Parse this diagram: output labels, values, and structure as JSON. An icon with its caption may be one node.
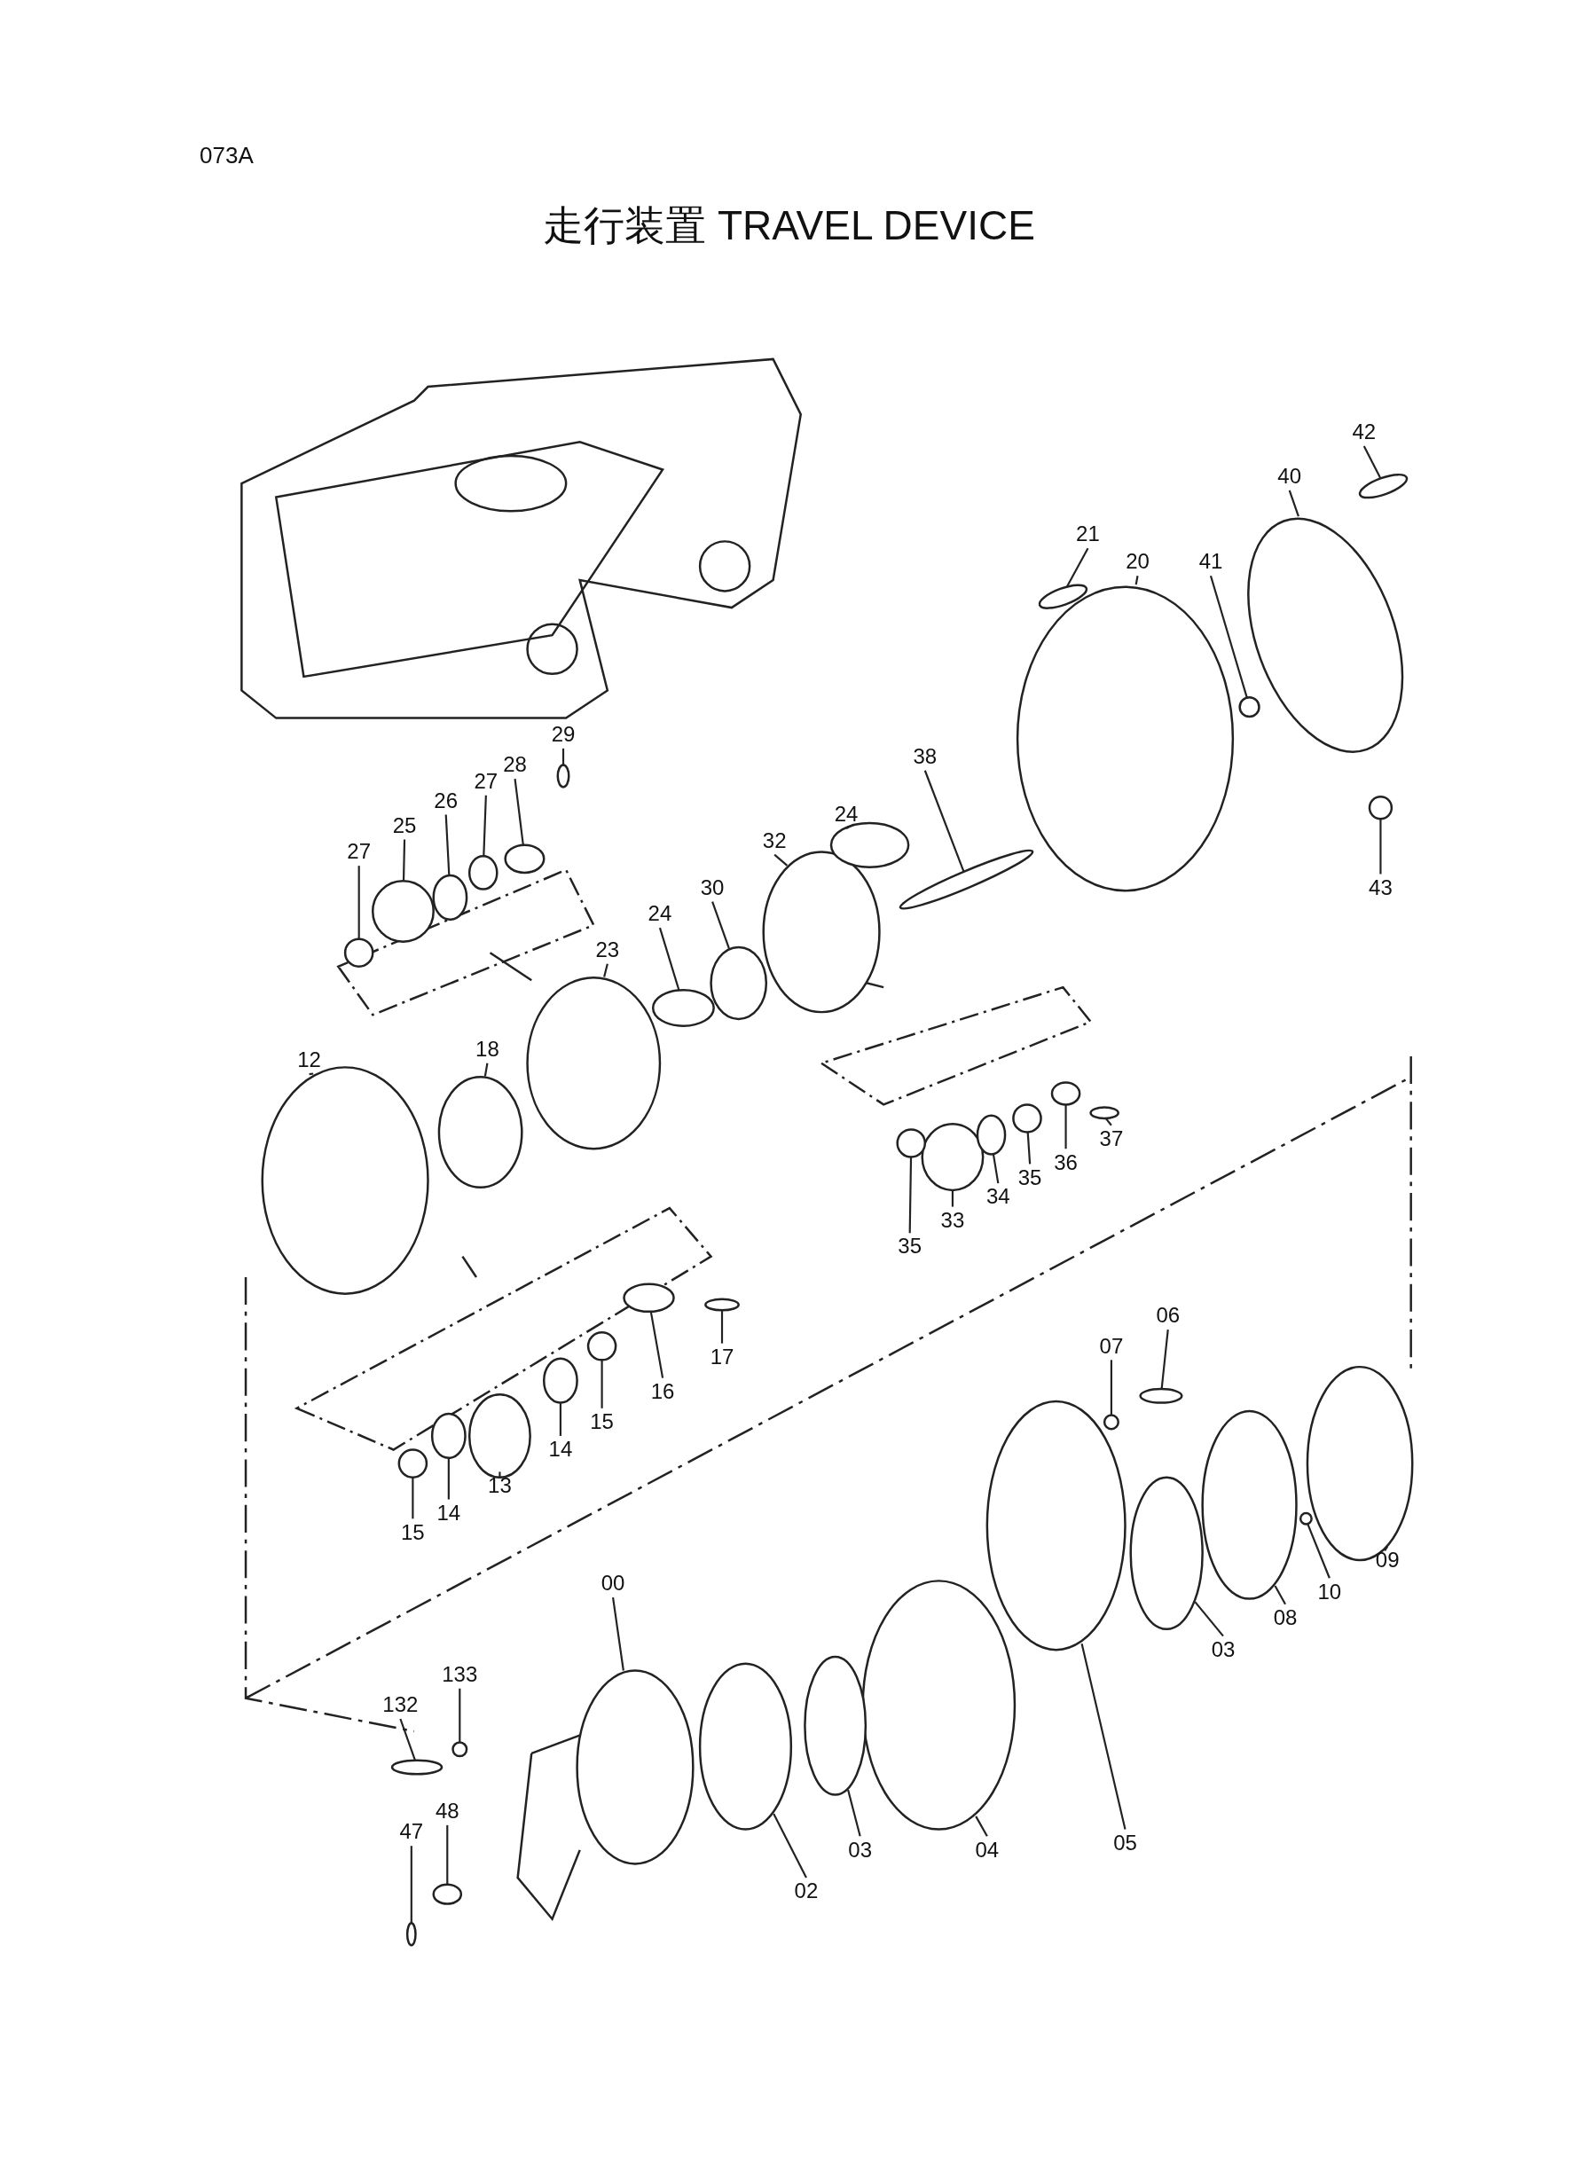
{
  "diagram": {
    "title": "走行装置 TRAVEL DEVICE",
    "nodes": [
      {
        "text": [
          "42"
        ]
      },
      {
        "text": [
          "40"
        ]
      },
      {
        "text": [
          "21"
        ]
      },
      {
        "text": [
          "20"
        ]
      },
      {
        "text": [
          "41"
        ]
      },
      {
        "text": [
          "29"
        ]
      },
      {
        "text": [
          "28"
        ]
      },
      {
        "text": [
          "27"
        ]
      },
      {
        "text": [
          "26"
        ]
      },
      {
        "text": [
          "25"
        ]
      },
      {
        "text": [
          "27"
        ]
      },
      {
        "text": [
          "38"
        ]
      },
      {
        "text": [
          "24"
        ]
      },
      {
        "text": [
          "32"
        ]
      },
      {
        "text": [
          "30"
        ]
      },
      {
        "text": [
          "24"
        ]
      },
      {
        "text": [
          "23"
        ]
      },
      {
        "text": [
          "43"
        ]
      },
      {
        "text": [
          "12"
        ]
      },
      {
        "text": [
          "18"
        ]
      },
      {
        "text": [
          "37"
        ]
      },
      {
        "text": [
          "36"
        ]
      },
      {
        "text": [
          "35"
        ]
      },
      {
        "text": [
          "34"
        ]
      },
      {
        "text": [
          "33"
        ]
      },
      {
        "text": [
          "35"
        ]
      },
      {
        "text": [
          "17"
        ]
      },
      {
        "text": [
          "16"
        ]
      },
      {
        "text": [
          "15"
        ]
      },
      {
        "text": [
          "14"
        ]
      },
      {
        "text": [
          "13"
        ]
      },
      {
        "text": [
          "14"
        ]
      },
      {
        "text": [
          "15"
        ]
      },
      {
        "text": [
          "07"
        ]
      },
      {
        "text": [
          "06"
        ]
      },
      {
        "text": [
          "09"
        ]
      },
      {
        "text": [
          "10"
        ]
      },
      {
        "text": [
          "08"
        ]
      },
      {
        "text": [
          "03"
        ]
      },
      {
        "text": [
          "00"
        ]
      },
      {
        "text": [
          "133"
        ]
      },
      {
        "text": [
          "132"
        ]
      },
      {
        "text": [
          "48"
        ]
      },
      {
        "text": [
          "47"
        ]
      },
      {
        "text": [
          "02"
        ]
      },
      {
        "text": [
          "03"
        ]
      },
      {
        "text": [
          "04"
        ]
      },
      {
        "text": [
          "05"
        ]
      },
      {
        "text": [],
        "shape": "circle"
      },
      {
        "text": [],
        "shape": "circle"
      },
      {
        "text": [],
        "shape": "circle"
      },
      {
        "text": [],
        "shape": "circle"
      },
      {
        "text": [],
        "shape": "circle"
      },
      {
        "text": [],
        "shape": "circle"
      },
      {
        "text": [],
        "shape": "circle"
      },
      {
        "text": [],
        "shape": "circle"
      },
      {
        "text": [],
        "shape": "circle"
      },
      {
        "text": [],
        "shape": "circle"
      },
      {
        "text": [],
        "shape": "circle"
      },
      {
        "text": [],
        "shape": "circle"
      },
      {
        "text": [],
        "shape": "circle"
      },
      {
        "text": [],
        "shape": "circle"
      },
      {
        "text": [],
        "shape": "circle"
      },
      {
        "text": [],
        "shape": "circle"
      },
      {
        "text": [],
        "shape": "circle"
      },
      {
        "text": [],
        "shape": "circle"
      },
      {
        "text": [],
        "shape": "circle"
      },
      {
        "text": [],
        "shape": "circle"
      },
      {
        "text": [],
        "shape": "circle"
      },
      {
        "text": [],
        "shape": "circle"
      },
      {
        "text": [],
        "shape": "circle"
      },
      {
        "text": [],
        "shape": "circle"
      },
      {
        "text": [],
        "shape": "circle"
      },
      {
        "text": [],
        "shape": "circle"
      },
      {
        "text": [],
        "shape": "circle"
      },
      {
        "text": [],
        "shape": "circle"
      },
      {
        "text": [],
        "shape": "circle"
      },
      {
        "text": [],
        "shape": "circle"
      },
      {
        "text": [],
        "shape": "circle"
      },
      {
        "text": [],
        "shape": "circle"
      },
      {
        "text": [],
        "shape": "circle"
      },
      {
        "text": [],
        "shape": "circle"
      },
      {
        "text": [],
        "shape": "circle"
      },
      {
        "text": [],
        "shape": "circle"
      },
      {
        "text": [],
        "shape": "circle"
      },
      {
        "text": [],
        "shape": "circle"
      },
      {
        "text": [],
        "shape": "circle"
      },
      {
        "text": [],
        "shape": "circle"
      },
      {
        "text": [],
        "shape": "circle"
      },
      {
        "text": [],
        "shape": "circle"
      },
      {
        "text": [],
        "shape": "circle"
      },
      {
        "text": [],
        "shape": "circle"
      },
      {
        "text": [],
        "shape": "circle"
      },
      {
        "text": [],
        "shape": "circle"
      },
      {
        "text": [],
        "shape": "circle"
      },
      {
        "text": [],
        "shape": "circle"
      }
    ],
    "edges": [
      {
        "from": 0,
        "to": 48,
        "arrow": "none"
      },
      {
        "from": 1,
        "to": 49,
        "arrow": "none"
      },
      {
        "from": 2,
        "to": 50,
        "arrow": "none"
      },
      {
        "from": 3,
        "to": 51,
        "arrow": "none"
      },
      {
        "from": 4,
        "to": 52,
        "arrow": "none"
      },
      {
        "from": 5,
        "to": 53,
        "arrow": "none"
      },
      {
        "from": 6,
        "to": 54,
        "arrow": "none"
      },
      {
        "from": 7,
        "to": 55,
        "arrow": "none"
      },
      {
        "from": 8,
        "to": 56,
        "arrow": "none"
      },
      {
        "from": 9,
        "to": 57,
        "arrow": "none"
      },
      {
        "from": 10,
        "to": 58,
        "arrow": "none"
      },
      {
        "from": 11,
        "to": 59,
        "arrow": "none"
      },
      {
        "from": 12,
        "to": 60,
        "arrow": "none"
      },
      {
        "from": 13,
        "to": 61,
        "arrow": "none"
      },
      {
        "from": 14,
        "to": 62,
        "arrow": "none"
      },
      {
        "from": 15,
        "to": 63,
        "arrow": "none"
      },
      {
        "from": 16,
        "to": 64,
        "arrow": "none"
      },
      {
        "from": 17,
        "to": 65,
        "arrow": "none"
      },
      {
        "from": 18,
        "to": 66,
        "arrow": "none"
      },
      {
        "from": 19,
        "to": 67,
        "arrow": "none"
      },
      {
        "from": 20,
        "to": 68,
        "arrow": "none"
      },
      {
        "from": 21,
        "to": 69,
        "arrow": "none"
      },
      {
        "from": 22,
        "to": 70,
        "arrow": "none"
      },
      {
        "from": 23,
        "to": 71,
        "arrow": "none"
      },
      {
        "from": 24,
        "to": 72,
        "arrow": "none"
      },
      {
        "from": 25,
        "to": 73,
        "arrow": "none"
      },
      {
        "from": 26,
        "to": 74,
        "arrow": "none"
      },
      {
        "from": 27,
        "to": 75,
        "arrow": "none"
      },
      {
        "from": 28,
        "to": 76,
        "arrow": "none"
      },
      {
        "from": 29,
        "to": 77,
        "arrow": "none"
      },
      {
        "from": 30,
        "to": 78,
        "arrow": "none"
      },
      {
        "from": 31,
        "to": 79,
        "arrow": "none"
      },
      {
        "from": 32,
        "to": 80,
        "arrow": "none"
      },
      {
        "from": 33,
        "to": 81,
        "arrow": "none"
      },
      {
        "from": 34,
        "to": 82,
        "arrow": "none"
      },
      {
        "from": 35,
        "to": 83,
        "arrow": "none"
      },
      {
        "from": 36,
        "to": 84,
        "arrow": "none"
      },
      {
        "from": 37,
        "to": 85,
        "arrow": "none"
      },
      {
        "from": 38,
        "to": 86,
        "arrow": "none"
      },
      {
        "from": 39,
        "to": 87,
        "arrow": "none"
      },
      {
        "from": 40,
        "to": 88,
        "arrow": "none"
      },
      {
        "from": 41,
        "to": 89,
        "arrow": "none"
      },
      {
        "from": 42,
        "to": 90,
        "arrow": "none"
      },
      {
        "from": 43,
        "to": 91,
        "arrow": "none"
      },
      {
        "from": 44,
        "to": 92,
        "arrow": "none"
      },
      {
        "from": 45,
        "to": 93,
        "arrow": "none"
      },
      {
        "from": 46,
        "to": 94,
        "arrow": "none"
      },
      {
        "from": 47,
        "to": 95,
        "arrow": "none"
      }
    ],
    "labels": [
      "073A"
    ]
  }
}
